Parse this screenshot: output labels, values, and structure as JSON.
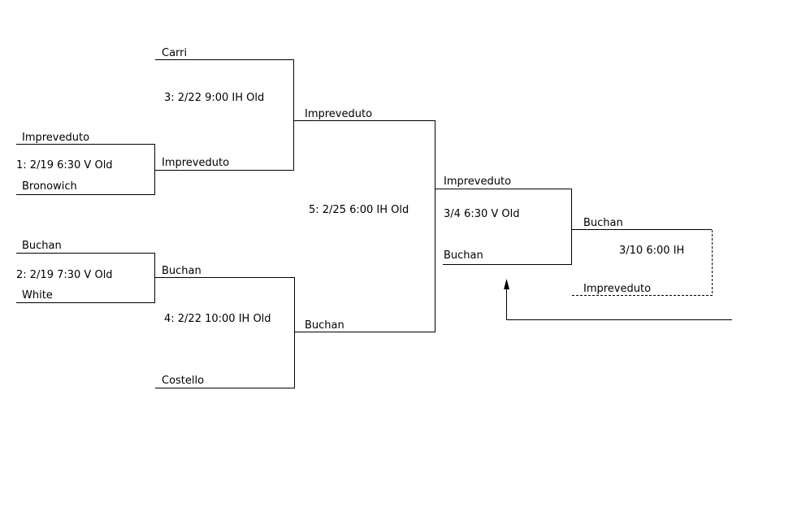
{
  "round1": [
    {
      "team_top": "Impreveduto",
      "game": "1: 2/19 6:30 V Old",
      "team_bottom": "Bronowich"
    },
    {
      "team_top": "Buchan",
      "game": "2: 2/19 7:30 V Old",
      "team_bottom": "White"
    }
  ],
  "round2": [
    {
      "team_top": "Carri",
      "game": "3: 2/22 9:00 IH Old",
      "team_bottom": "Impreveduto"
    },
    {
      "team_top": "Buchan",
      "game": "4: 2/22 10:00 IH Old",
      "team_bottom": "Costello"
    }
  ],
  "semifinal": {
    "team_top": "Impreveduto",
    "game": "5: 2/25 6:00 IH Old",
    "team_bottom": "Buchan"
  },
  "final": {
    "team_top": "Impreveduto",
    "game": "3/4 6:30 V Old",
    "team_bottom": "Buchan"
  },
  "if_game": {
    "team_top": "Buchan",
    "game": "3/10 6:00 IH",
    "team_bottom": "Impreveduto"
  }
}
